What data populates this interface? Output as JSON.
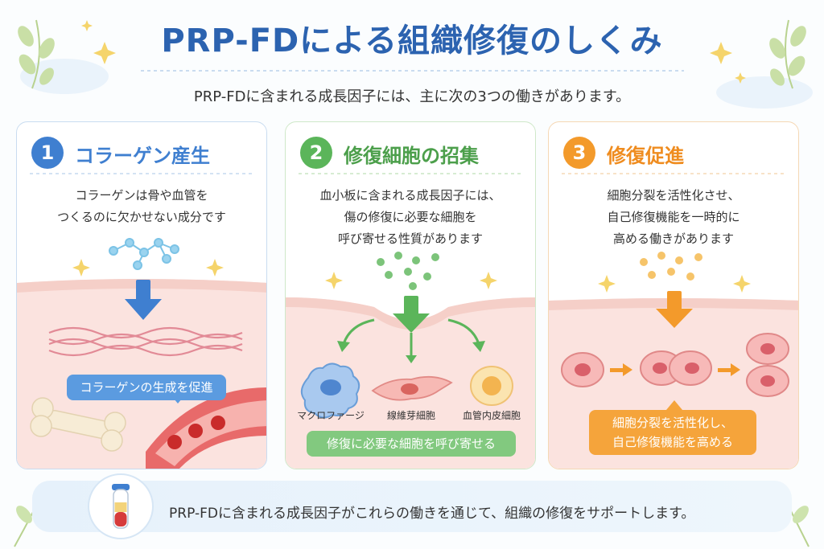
{
  "title": "PRP-FDによる組織修復のしくみ",
  "subtitle": "PRP-FDに含まれる成長因子には、主に次の3つの働きがあります。",
  "panels": [
    {
      "number": "1",
      "title": "コラーゲン産生",
      "description": "コラーゲンは骨や血管を\nつくるのに欠かせない成分です",
      "callout": "コラーゲンの生成を促進",
      "color": "#3f7fd0"
    },
    {
      "number": "2",
      "title": "修復細胞の招集",
      "description": "血小板に含まれる成長因子には、\n傷の修復に必要な細胞を\n呼び寄せる性質があります",
      "callout": "修復に必要な細胞を呼び寄せる",
      "cells": [
        "マクロファージ",
        "線維芽細胞",
        "血管内皮細胞"
      ],
      "color": "#5bb55a"
    },
    {
      "number": "3",
      "title": "修復促進",
      "description": "細胞分裂を活性化させ、\n自己修復機能を一時的に\n高める働きがあります",
      "callout": "細胞分裂を活性化し、\n自己修復機能を高める",
      "color": "#f39a2b"
    }
  ],
  "footer": "PRP-FDに含まれる成長因子がこれらの働きを通じて、組織の修復をサポートします。"
}
